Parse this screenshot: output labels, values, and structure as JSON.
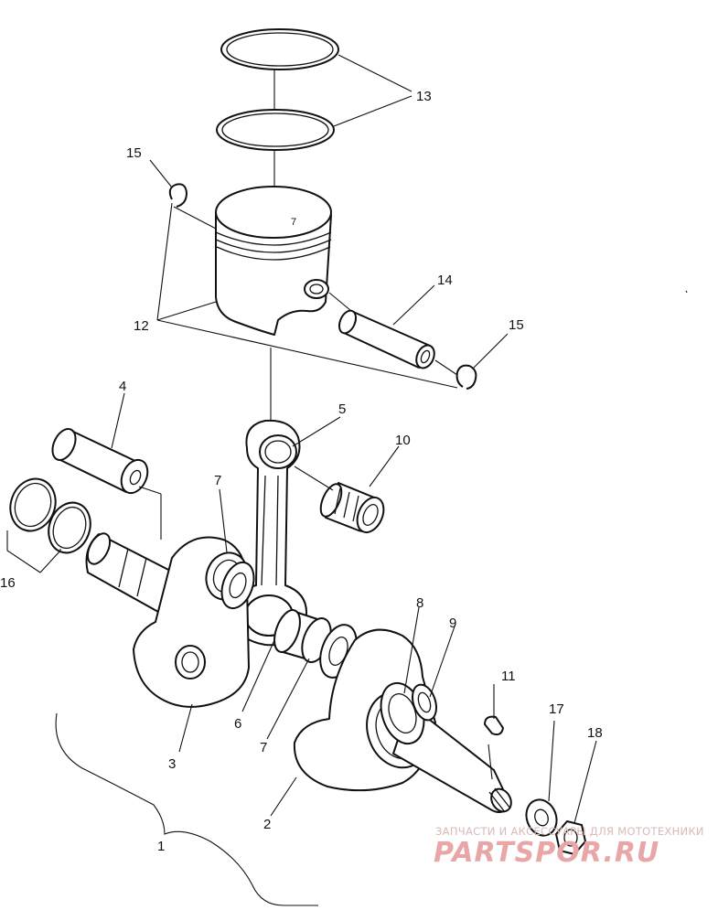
{
  "callouts": {
    "c1": "1",
    "c2": "2",
    "c3": "3",
    "c4": "4",
    "c5": "5",
    "c6": "6",
    "c7a": "7",
    "c7b": "7",
    "c8": "8",
    "c9": "9",
    "c10": "10",
    "c11": "11",
    "c12": "12",
    "c13": "13",
    "c14": "14",
    "c15a": "15",
    "c15b": "15",
    "c16": "16",
    "c17": "17",
    "c18": "18"
  },
  "watermark": {
    "tagline": "ЗАПЧАСТИ И АКСЕССУАРЫ ДЛЯ МОТОТЕХНИКИ",
    "brand": "PARTSPOR.RU"
  },
  "colors": {
    "ink": "#111111",
    "watermark": "#e8a6a6"
  }
}
